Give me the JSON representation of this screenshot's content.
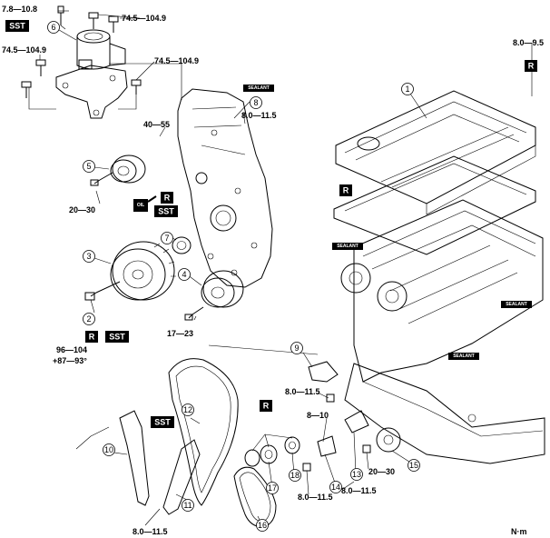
{
  "callouts": [
    "1",
    "2",
    "3",
    "4",
    "5",
    "6",
    "7",
    "8",
    "9",
    "10",
    "11",
    "12",
    "13",
    "14",
    "15",
    "16",
    "17",
    "18"
  ],
  "badges": {
    "sst": "SST",
    "r": "R",
    "sealant": "SEALANT",
    "oil": "OIL"
  },
  "torque": {
    "t_top_left": "7.8—10.8",
    "t_top_mount": "74.5—104.9",
    "t_left_mount": "74.5—104.9",
    "t_right_mount": "74.5—104.9",
    "t_cover_top": "8.0—11.5",
    "t_cover_bolt": "40—55",
    "t_idler": "20—30",
    "t_pulley_a": "96—104",
    "t_pulley_b": "+87—93°",
    "t_tensioner": "17—23",
    "t_head_right": "8.0—9.5",
    "t_pump_a": "8.0—11.5",
    "t_pump_b": "8—10",
    "t_pump_c": "8.0—11.5",
    "t_pump_d": "20—30",
    "t_oilchain": "8.0—11.5",
    "t_guide": "8.0—11.5"
  },
  "units": "N·m"
}
